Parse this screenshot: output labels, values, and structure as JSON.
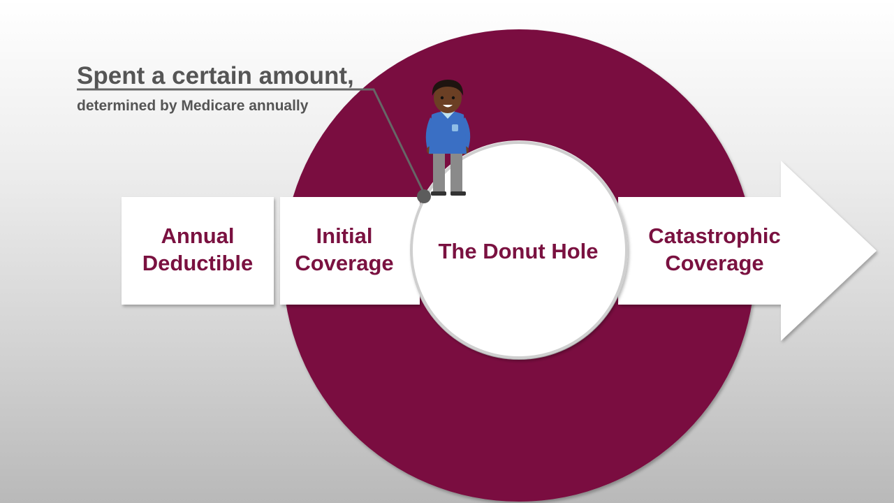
{
  "callout": {
    "headline": "Spent a certain amount,",
    "subline": "determined by Medicare annually"
  },
  "stages": [
    {
      "line1": "Annual",
      "line2": "Deductible"
    },
    {
      "line1": "Initial",
      "line2": "Coverage"
    },
    {
      "line1": "The Donut Hole",
      "line2": ""
    },
    {
      "line1": "Catastrophic",
      "line2": "Coverage"
    }
  ],
  "colors": {
    "donut": "#7a1140",
    "label": "#7a1140",
    "callout_text": "#555555",
    "shirt": "#3a6fc4"
  }
}
